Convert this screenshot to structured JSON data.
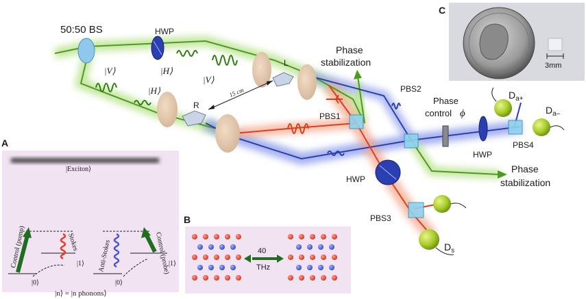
{
  "labels": {
    "bs": "50:50 BS",
    "hwp_top": "HWP",
    "v1": "|V⟩",
    "h1": "|H⟩",
    "v2": "|V⟩",
    "h2": "|H⟩",
    "lens_l": "L",
    "lens_r": "R",
    "distance": "15 cm",
    "phase_stab_top_1": "Phase",
    "phase_stab_top_2": "stabilization",
    "pbs1": "PBS1",
    "pbs2": "PBS2",
    "phase_control_1": "Phase",
    "phase_control_2": "control",
    "phi": "ϕ",
    "hwp_right": "HWP",
    "pbs4": "PBS4",
    "da_plus_main": "D",
    "da_plus_sub": "a+",
    "da_minus_main": "D",
    "da_minus_sub": "a–",
    "phase_stab_bot_1": "Phase",
    "phase_stab_bot_2": "stabilization",
    "hwp_mid": "HWP",
    "pbs3": "PBS3",
    "ds_main": "D",
    "ds_sub": "s"
  },
  "panel_a": {
    "letter": "A",
    "exciton": "|Exciton⟩",
    "control_pump": "Control (pump)",
    "stokes": "Stokes",
    "anti_stokes": "Anti-Stokes",
    "control_probe": "Control (probe)",
    "ket0_left": "|0⟩",
    "ket1_left": "|1⟩",
    "ket0_right": "|0⟩",
    "ket1_right": "|1⟩",
    "phonon_eq": "|n⟩ = |n phonons⟩"
  },
  "panel_b": {
    "letter": "B",
    "freq": "40",
    "unit": "THz"
  },
  "panel_c": {
    "letter": "C",
    "scale": "3mm"
  },
  "colors": {
    "green_beam": "#6fbf3a",
    "blue_beam": "#3b54c8",
    "red_beam": "#e8532e",
    "panel_bg": "#f1e3f1",
    "detector": "#a8cc2a",
    "pbs_cube": "#8fd3ee"
  }
}
